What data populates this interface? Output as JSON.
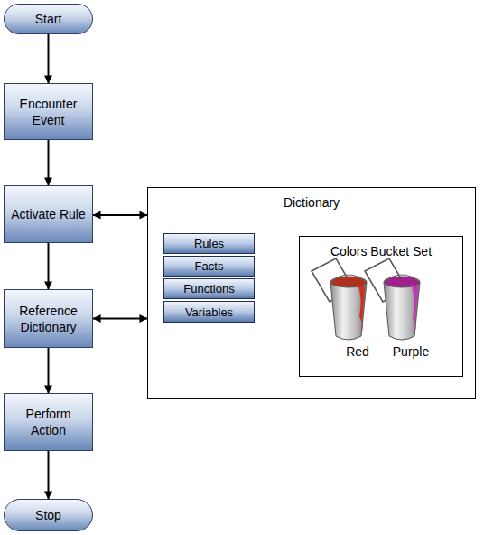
{
  "diagram": {
    "nodes": [
      {
        "text": [
          "Start"
        ]
      },
      {
        "text": [
          "Encounter Event"
        ]
      },
      {
        "text": [
          "Activate Rule"
        ]
      },
      {
        "text": [
          "Reference Dictionary"
        ]
      },
      {
        "text": [
          "Perform Action"
        ]
      },
      {
        "text": [
          "Stop"
        ]
      },
      {
        "text": [
          "Dictionary"
        ]
      },
      {
        "text": [
          "Rules"
        ],
        "in": 6
      },
      {
        "text": [
          "Facts"
        ],
        "in": 6
      },
      {
        "text": [
          "Functions"
        ],
        "in": 6
      },
      {
        "text": [
          "Variables"
        ],
        "in": 6
      },
      {
        "text": [
          "Colors Bucket Set"
        ],
        "in": 6
      }
    ],
    "edges": [
      {
        "from": 0,
        "to": 1,
        "arrow": "to"
      },
      {
        "from": 1,
        "to": 2,
        "arrow": "to"
      },
      {
        "from": 2,
        "to": 3,
        "arrow": "to"
      },
      {
        "from": 3,
        "to": 4,
        "arrow": "to"
      },
      {
        "from": 4,
        "to": 5,
        "arrow": "to"
      },
      {
        "from": 2,
        "to": 6,
        "arrow": "both"
      },
      {
        "from": 3,
        "to": 6,
        "arrow": "both"
      }
    ],
    "labels": [
      "Red",
      "Purple"
    ]
  }
}
